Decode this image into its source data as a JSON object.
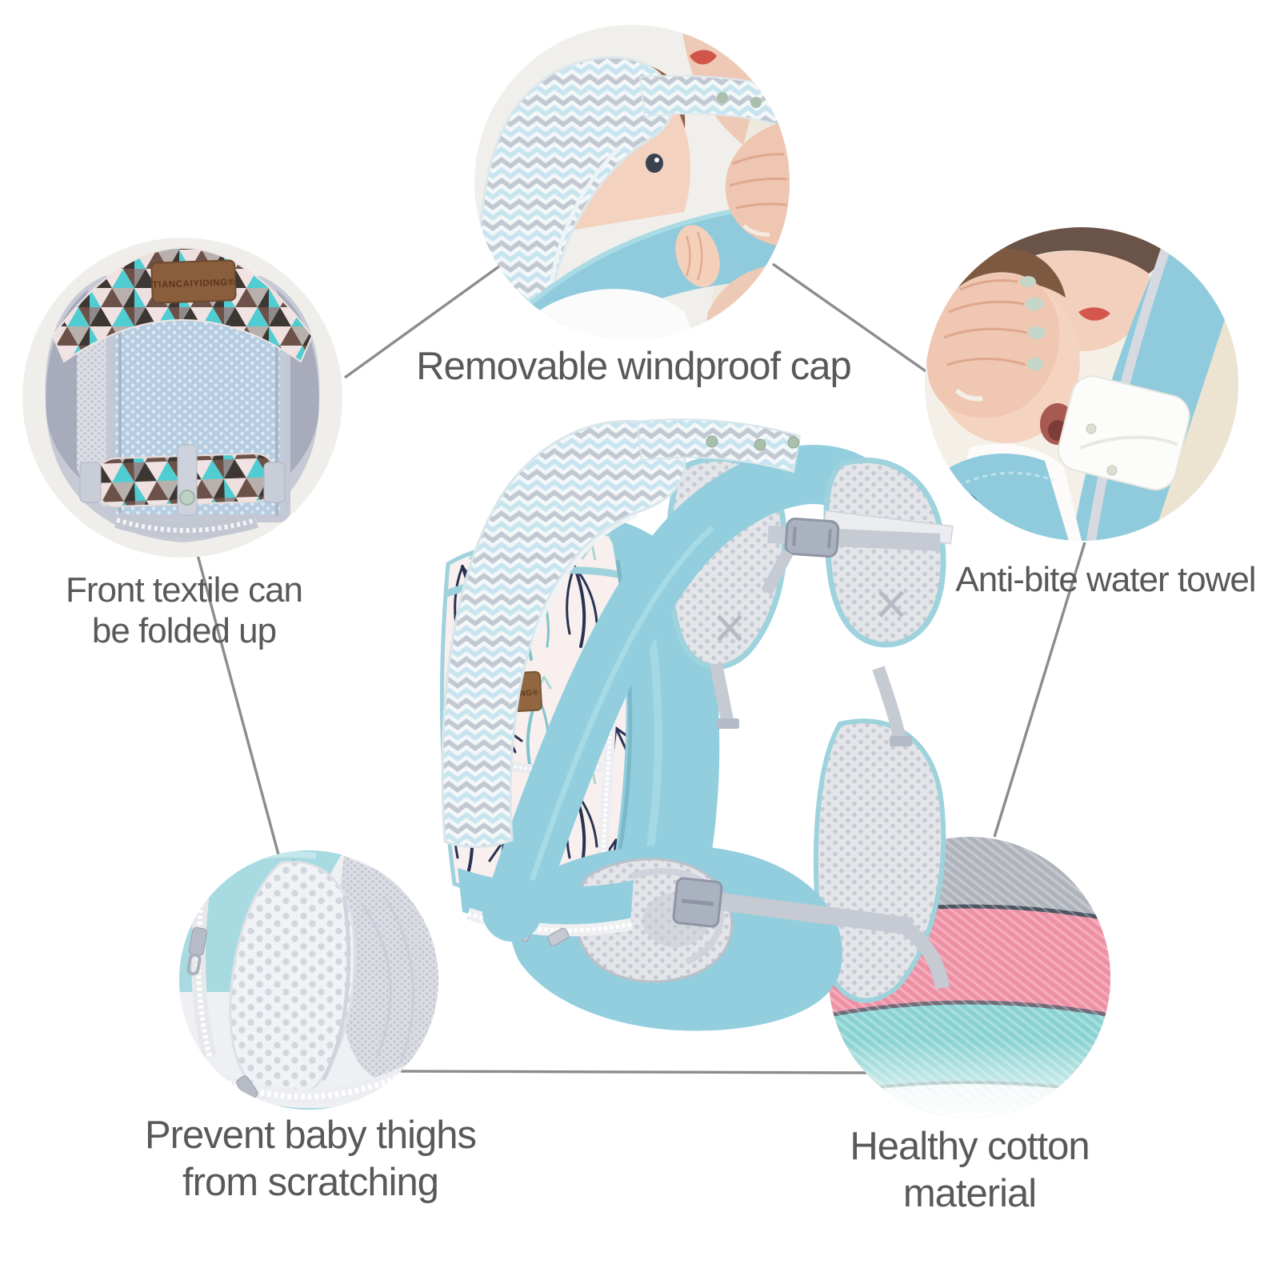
{
  "brand": "TIANCAIYIDING®",
  "features": {
    "windproof_cap": {
      "label": "Removable windproof cap"
    },
    "front_textile": {
      "line1": "Front textile can",
      "line2": "be folded up"
    },
    "anti_bite": {
      "label": "Anti-bite water towel"
    },
    "thigh_protect": {
      "line1": "Prevent baby thighs",
      "line2": "from scratching"
    },
    "cotton": {
      "line1": "Healthy cotton",
      "line2": "material"
    }
  },
  "style": {
    "text_color": "#58595b",
    "callout_line_color": "#8c8c8c",
    "accent_teal": "#92cedd",
    "patch_brown": "#8a5e3d",
    "swatch_colors": [
      "#b3b7bf",
      "#f195a9",
      "#8fd6d6"
    ]
  }
}
